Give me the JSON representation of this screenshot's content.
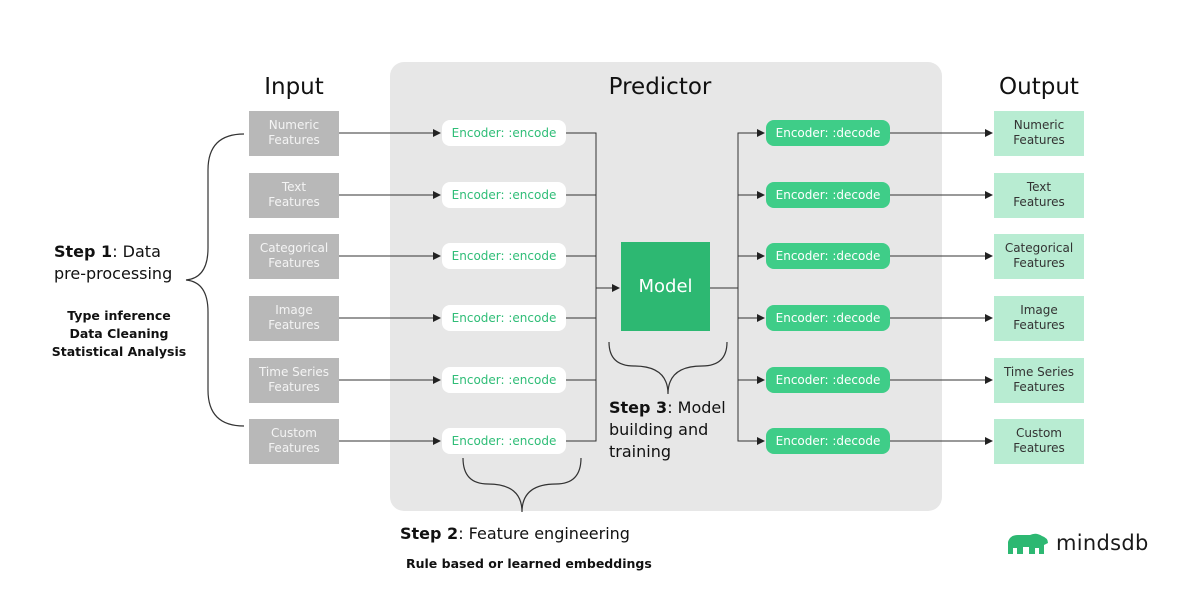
{
  "titles": {
    "input": "Input",
    "predictor": "Predictor",
    "output": "Output"
  },
  "input_features": [
    "Numeric\nFeatures",
    "Text\nFeatures",
    "Categorical\nFeatures",
    "Image\nFeatures",
    "Time Series\nFeatures",
    "Custom\nFeatures"
  ],
  "encoder_label": "Encoder: :encode",
  "decoder_label": "Encoder: :decode",
  "model_label": "Model",
  "output_features": [
    "Numeric\nFeatures",
    "Text\nFeatures",
    "Categorical\nFeatures",
    "Image\nFeatures",
    "Time Series\nFeatures",
    "Custom\nFeatures"
  ],
  "step1": {
    "bold": "Step 1",
    "rest_line1": ": Data",
    "line2": "pre-processing",
    "details": [
      "Type inference",
      "Data Cleaning",
      "Statistical Analysis"
    ]
  },
  "step2": {
    "bold": "Step 2",
    "rest": ": Feature engineering",
    "detail": "Rule based or learned embeddings"
  },
  "step3": {
    "bold": "Step 3",
    "rest_line1": ": Model",
    "line2": "building and",
    "line3": "training"
  },
  "brand": {
    "name": "mindsdb",
    "color": "#2db872"
  },
  "colors": {
    "input_box": "#b8b8b8",
    "encoder_text": "#2fbd77",
    "decoder_pill": "#3fcd88",
    "model": "#2db872",
    "output_box": "#b8ecd2",
    "panel": "#e7e7e7"
  }
}
